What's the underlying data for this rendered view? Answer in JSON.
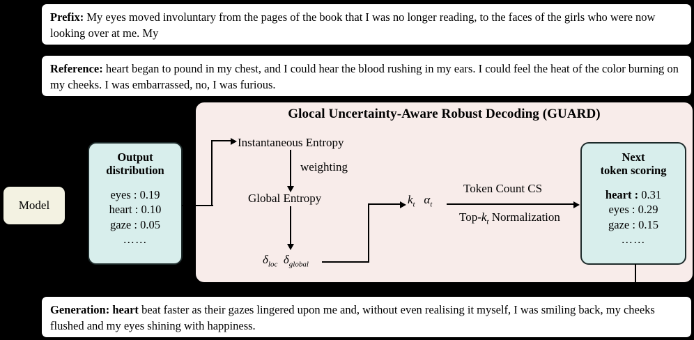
{
  "prefix": {
    "label": "Prefix:",
    "text": " My eyes moved involuntary from the pages of the book that I was no longer reading, to the faces of  the girls who were now looking over at me. My"
  },
  "reference": {
    "label": "Reference:",
    "text": " heart began to pound in my chest, and I could hear the blood rushing in my ears. I could feel the heat of the color burning on my cheeks. I was embarrassed, no, I was furious."
  },
  "generation": {
    "label": "Generation: heart",
    "text": " beat faster as their gazes lingered upon me and, without even realising it myself, I was smiling back, my cheeks flushed and my eyes shining with happiness."
  },
  "model": {
    "label": "Model"
  },
  "guard": {
    "title": "Glocal Uncertainty-Aware Robust Decoding (GUARD)",
    "panel_color": "#f8ecea",
    "nodes": {
      "instantaneous_entropy": "Instantaneous Entropy",
      "weighting": "weighting",
      "global_entropy": "Global Entropy",
      "delta_loc": "δ",
      "delta_loc_sub": "loc",
      "delta_global": "δ",
      "delta_global_sub": "global",
      "kt": "k",
      "kt_sub": "t",
      "alpha_t": "α",
      "alpha_t_sub": "t"
    },
    "edge_labels": {
      "token_count_cs": "Token Count CS",
      "topk_prefix": "Top-",
      "topk_k": "k",
      "topk_k_sub": "t",
      "topk_suffix": " Normalization"
    }
  },
  "output_distribution": {
    "title_line1": "Output",
    "title_line2": "distribution",
    "box_color": "#d8eeec",
    "rows": [
      {
        "token": "eyes",
        "sep": " : ",
        "value": "0.19",
        "bold": false
      },
      {
        "token": "heart",
        "sep": " : ",
        "value": "0.10",
        "bold": false
      },
      {
        "token": "gaze",
        "sep": " : ",
        "value": "0.05",
        "bold": false
      }
    ],
    "ellipsis": "……"
  },
  "next_token_scoring": {
    "title_line1": "Next",
    "title_line2": "token scoring",
    "box_color": "#d8eeec",
    "rows": [
      {
        "token": "heart",
        "sep": " : ",
        "value": "0.31",
        "bold": true
      },
      {
        "token": "eyes",
        "sep": " : ",
        "value": "0.29",
        "bold": false
      },
      {
        "token": "gaze",
        "sep": " : ",
        "value": "0.15",
        "bold": false
      }
    ],
    "ellipsis": "……"
  }
}
